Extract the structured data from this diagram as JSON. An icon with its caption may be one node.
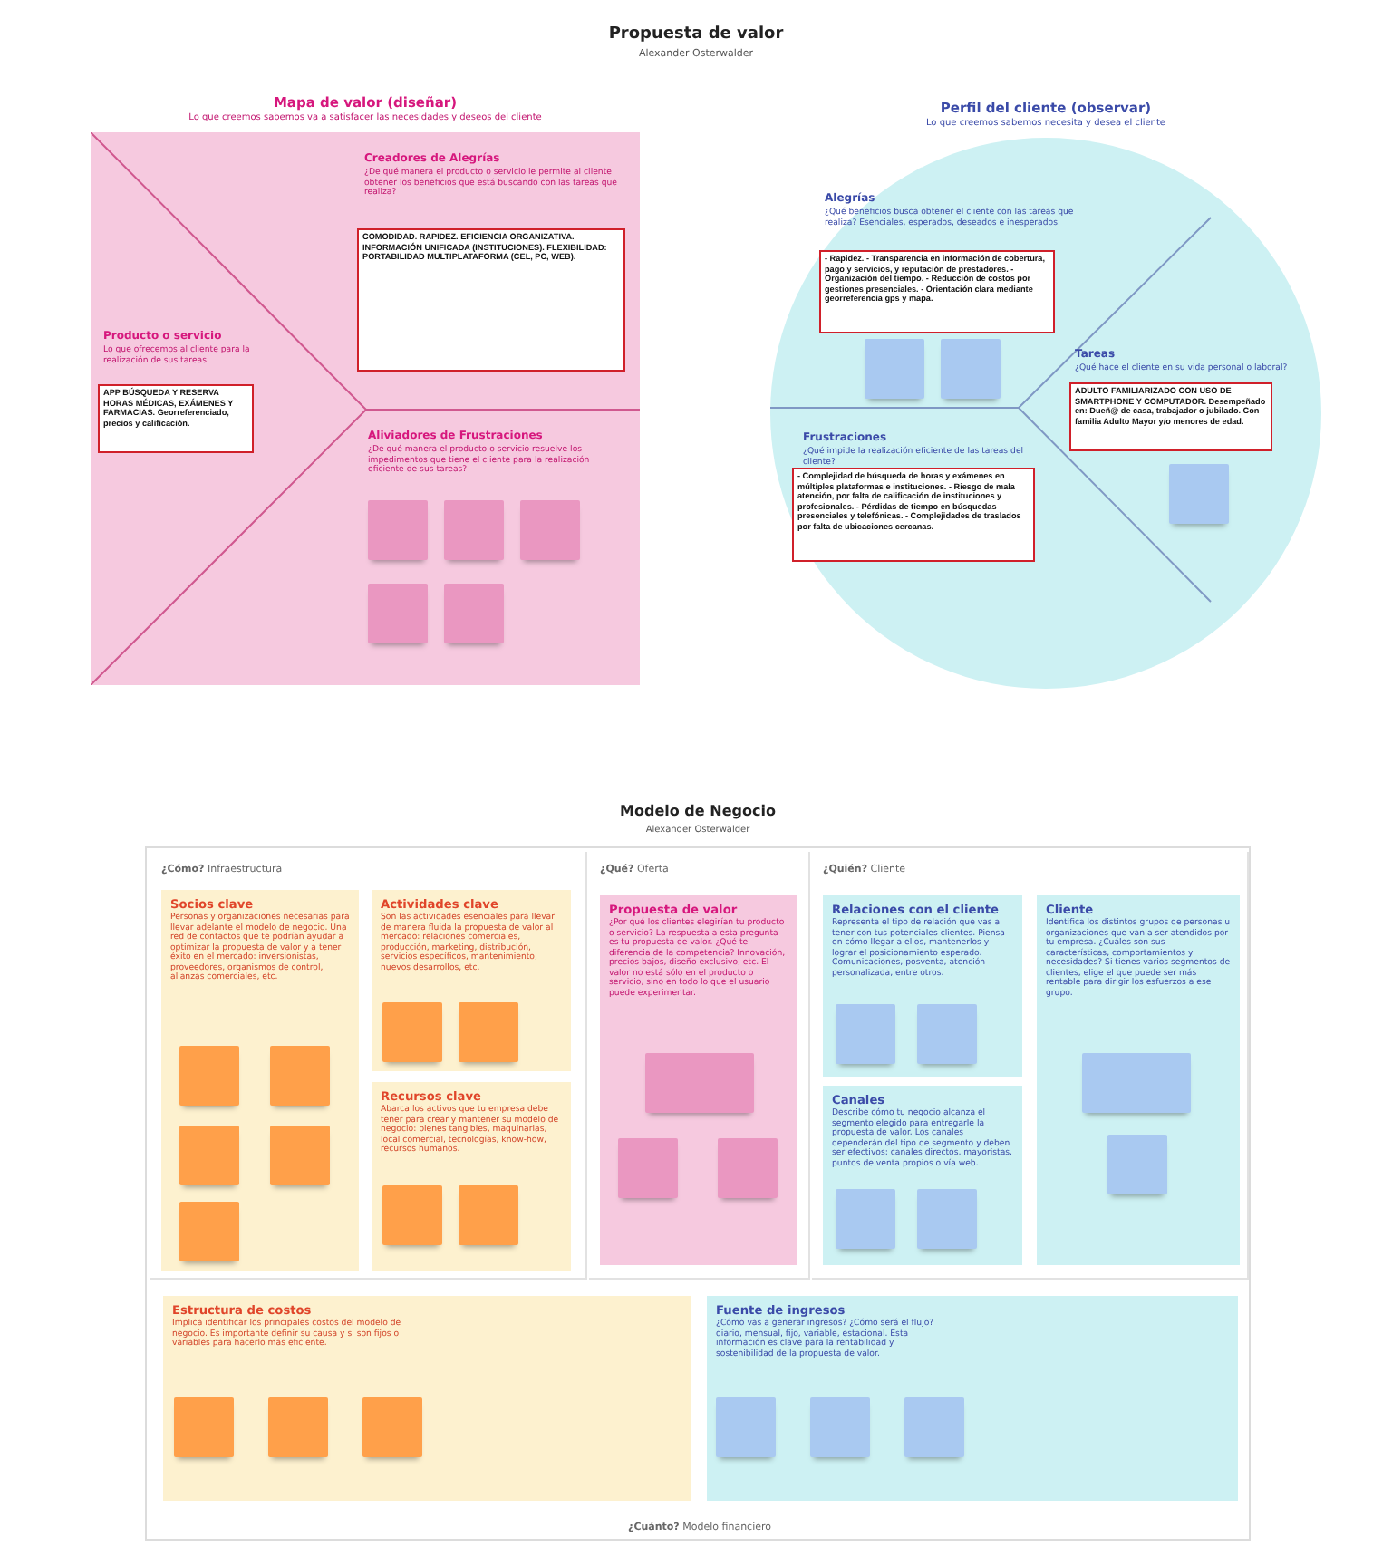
{
  "diagram": {
    "title": "Propuesta de valor",
    "labels": [
      "Alexander Osterwalder"
    ],
    "nodes": [
      {
        "text": [
          "Mapa de valor (diseñar)",
          "Lo que creemos sabemos va a satisfacer las necesidades y deseos del cliente"
        ]
      },
      {
        "text": [
          "Creadores de Alegrías",
          "¿De qué manera el producto o servicio le permite al cliente obtener los beneficios que está buscando con las tareas que realiza?"
        ],
        "in": 0
      },
      {
        "text": [
          "COMODIDAD. RAPIDEZ. EFICIENCIA ORGANIZATIVA. INFORMACIÓN UNIFICADA (INSTITUCIONES). FLEXIBILIDAD: PORTABILIDAD MULTIPLATAFORMA (CEL, PC, WEB)."
        ],
        "in": 1
      },
      {
        "text": [
          "Producto o servicio",
          "Lo que ofrecemos al cliente para la realización de sus tareas"
        ],
        "in": 0
      },
      {
        "text": [
          "APP BÚSQUEDA Y RESERVA HORAS MÉDICAS, EXÁMENES Y FARMACIAS. Georreferenciado, precios y calificación."
        ],
        "in": 3
      },
      {
        "text": [
          "Aliviadores de Frustraciones",
          "¿De qué manera el producto o servicio resuelve los impedimentos que tiene el cliente para la realización eficiente de sus tareas?"
        ],
        "in": 0
      },
      {
        "text": [],
        "shape": "box",
        "in": 5
      },
      {
        "text": [],
        "shape": "box",
        "in": 5
      },
      {
        "text": [],
        "shape": "box",
        "in": 5
      },
      {
        "text": [],
        "shape": "box",
        "in": 5
      },
      {
        "text": [],
        "shape": "box",
        "in": 5
      },
      {
        "text": [
          "Perfil del cliente (observar)",
          "Lo que creemos sabemos necesita y desea el cliente"
        ]
      },
      {
        "text": [
          "Alegrías",
          "¿Qué beneficios busca obtener el cliente con las tareas que realiza? Esenciales, esperados, deseados e inesperados."
        ],
        "in": 11
      },
      {
        "text": [
          "- Rapidez. - Transparencia en información de cobertura, pago y servicios, y reputación de prestadores. - Organización del tiempo. - Reducción de costos por gestiones presenciales. - Orientación clara mediante georreferencia gps y mapa."
        ],
        "in": 12
      },
      {
        "text": [],
        "shape": "box",
        "in": 12
      },
      {
        "text": [],
        "shape": "box",
        "in": 12
      },
      {
        "text": [
          "Tareas",
          "¿Qué hace el cliente en su vida personal o laboral?"
        ],
        "in": 11
      },
      {
        "text": [
          "ADULTO FAMILIARIZADO CON USO DE SMARTPHONE Y COMPUTADOR. Desempeñado en: Dueñ@ de casa, trabajador o jubilado. Con familia Adulto Mayor y/o menores de edad."
        ],
        "in": 16
      },
      {
        "text": [],
        "shape": "box",
        "in": 16
      },
      {
        "text": [
          "Frustraciones",
          "¿Qué impide la realización eficiente de las tareas del cliente?"
        ],
        "in": 11
      },
      {
        "text": [
          "- Complejidad de búsqueda de horas y exámenes en múltiples plataformas e instituciones. - Riesgo de mala atención, por falta de calificación de instituciones y profesionales. - Pérdidas de tiempo en búsquedas presenciales y telefónicas. - Complejidades de traslados por falta de ubicaciones cercanas."
        ],
        "in": 19
      },
      {
        "text": [
          "Modelo de Negocio",
          "Alexander Osterwalder"
        ]
      },
      {
        "text": [
          "**¿Cómo?** Infraestructura"
        ],
        "in": 21
      },
      {
        "text": [
          "Socios clave",
          "Personas y organizaciones necesarias para llevar adelante el modelo de negocio. Una red de contactos que te podrían ayudar a optimizar la propuesta de valor y a tener éxito en el mercado: inversionistas, proveedores, organismos de control, alianzas comerciales, etc."
        ],
        "in": 22
      },
      {
        "text": [],
        "shape": "box",
        "in": 23
      },
      {
        "text": [],
        "shape": "box",
        "in": 23
      },
      {
        "text": [],
        "shape": "box",
        "in": 23
      },
      {
        "text": [],
        "shape": "box",
        "in": 23
      },
      {
        "text": [],
        "shape": "box",
        "in": 23
      },
      {
        "text": [
          "Actividades clave",
          "Son las actividades esenciales para llevar de manera fluida la propuesta de valor al mercado: relaciones comerciales, producción, marketing, distribución, servicios específicos, mantenimiento, nuevos desarrollos, etc."
        ],
        "in": 22
      },
      {
        "text": [],
        "shape": "box",
        "in": 29
      },
      {
        "text": [],
        "shape": "box",
        "in": 29
      },
      {
        "text": [
          "Recursos clave",
          "Abarca los activos que tu empresa debe tener para crear y mantener su modelo de negocio: bienes tangibles, maquinarias, local comercial, tecnologías, know-how, recursos humanos."
        ],
        "in": 22
      },
      {
        "text": [],
        "shape": "box",
        "in": 32
      },
      {
        "text": [],
        "shape": "box",
        "in": 32
      },
      {
        "text": [
          "**¿Qué?** Oferta"
        ],
        "in": 21
      },
      {
        "text": [
          "Propuesta de valor",
          "¿Por qué los clientes elegirían tu producto o servicio? La respuesta a esta pregunta es tu propuesta de valor. ¿Qué te diferencia de la competencia? Innovación, precios bajos, diseño exclusivo, etc. El valor no está sólo en el producto o servicio, sino en todo lo que el usuario puede experimentar."
        ],
        "in": 35
      },
      {
        "text": [],
        "shape": "box",
        "in": 36
      },
      {
        "text": [],
        "shape": "box",
        "in": 36
      },
      {
        "text": [],
        "shape": "box",
        "in": 36
      },
      {
        "text": [
          "**¿Quién?** Cliente"
        ],
        "in": 21
      },
      {
        "text": [
          "Relaciones con el cliente",
          "Representa el tipo de relación que vas a tener con tus potenciales clientes. Piensa en cómo llegar a ellos, mantenerlos y lograr el posicionamiento esperado. Comunicaciones, posventa, atención personalizada, entre otros."
        ],
        "in": 40
      },
      {
        "text": [],
        "shape": "box",
        "in": 41
      },
      {
        "text": [],
        "shape": "box",
        "in": 41
      },
      {
        "text": [
          "Canales",
          "Describe cómo tu negocio alcanza el segmento elegido para entregarle la propuesta de valor. Los canales dependerán del tipo de segmento y deben ser efectivos: canales directos, mayoristas, puntos de venta propios o vía web."
        ],
        "in": 40
      },
      {
        "text": [],
        "shape": "box",
        "in": 44
      },
      {
        "text": [],
        "shape": "box",
        "in": 44
      },
      {
        "text": [
          "Cliente",
          "Identifica los distintos grupos de personas u organizaciones que van a ser atendidos por tu empresa. ¿Cuáles son sus características, comportamientos y necesidades? Si tienes varios segmentos de clientes, elige el que puede ser más rentable para dirigir los esfuerzos a ese grupo."
        ],
        "in": 40
      },
      {
        "text": [],
        "shape": "box",
        "in": 47
      },
      {
        "text": [],
        "shape": "box",
        "in": 47
      },
      {
        "text": [
          "**¿Cuánto?** Modelo financiero"
        ],
        "in": 21
      },
      {
        "text": [
          "Estructura de costos",
          "Implica identificar los principales costos del modelo de negocio. Es importante definir su causa y si son fijos o variables para hacerlo más eficiente."
        ],
        "in": 50
      },
      {
        "text": [],
        "shape": "box",
        "in": 51
      },
      {
        "text": [],
        "shape": "box",
        "in": 51
      },
      {
        "text": [],
        "shape": "box",
        "in": 51
      },
      {
        "text": [
          "Fuente de ingresos",
          "¿Cómo vas a generar ingresos? ¿Cómo será el flujo? diario, mensual, fijo, variable, estacional. Esta información es clave para la rentabilidad y sostenibilidad de la propuesta de valor."
        ],
        "in": 50
      },
      {
        "text": [],
        "shape": "box",
        "in": 55
      },
      {
        "text": [],
        "shape": "box",
        "in": 55
      },
      {
        "text": [],
        "shape": "box",
        "in": 55
      }
    ]
  }
}
